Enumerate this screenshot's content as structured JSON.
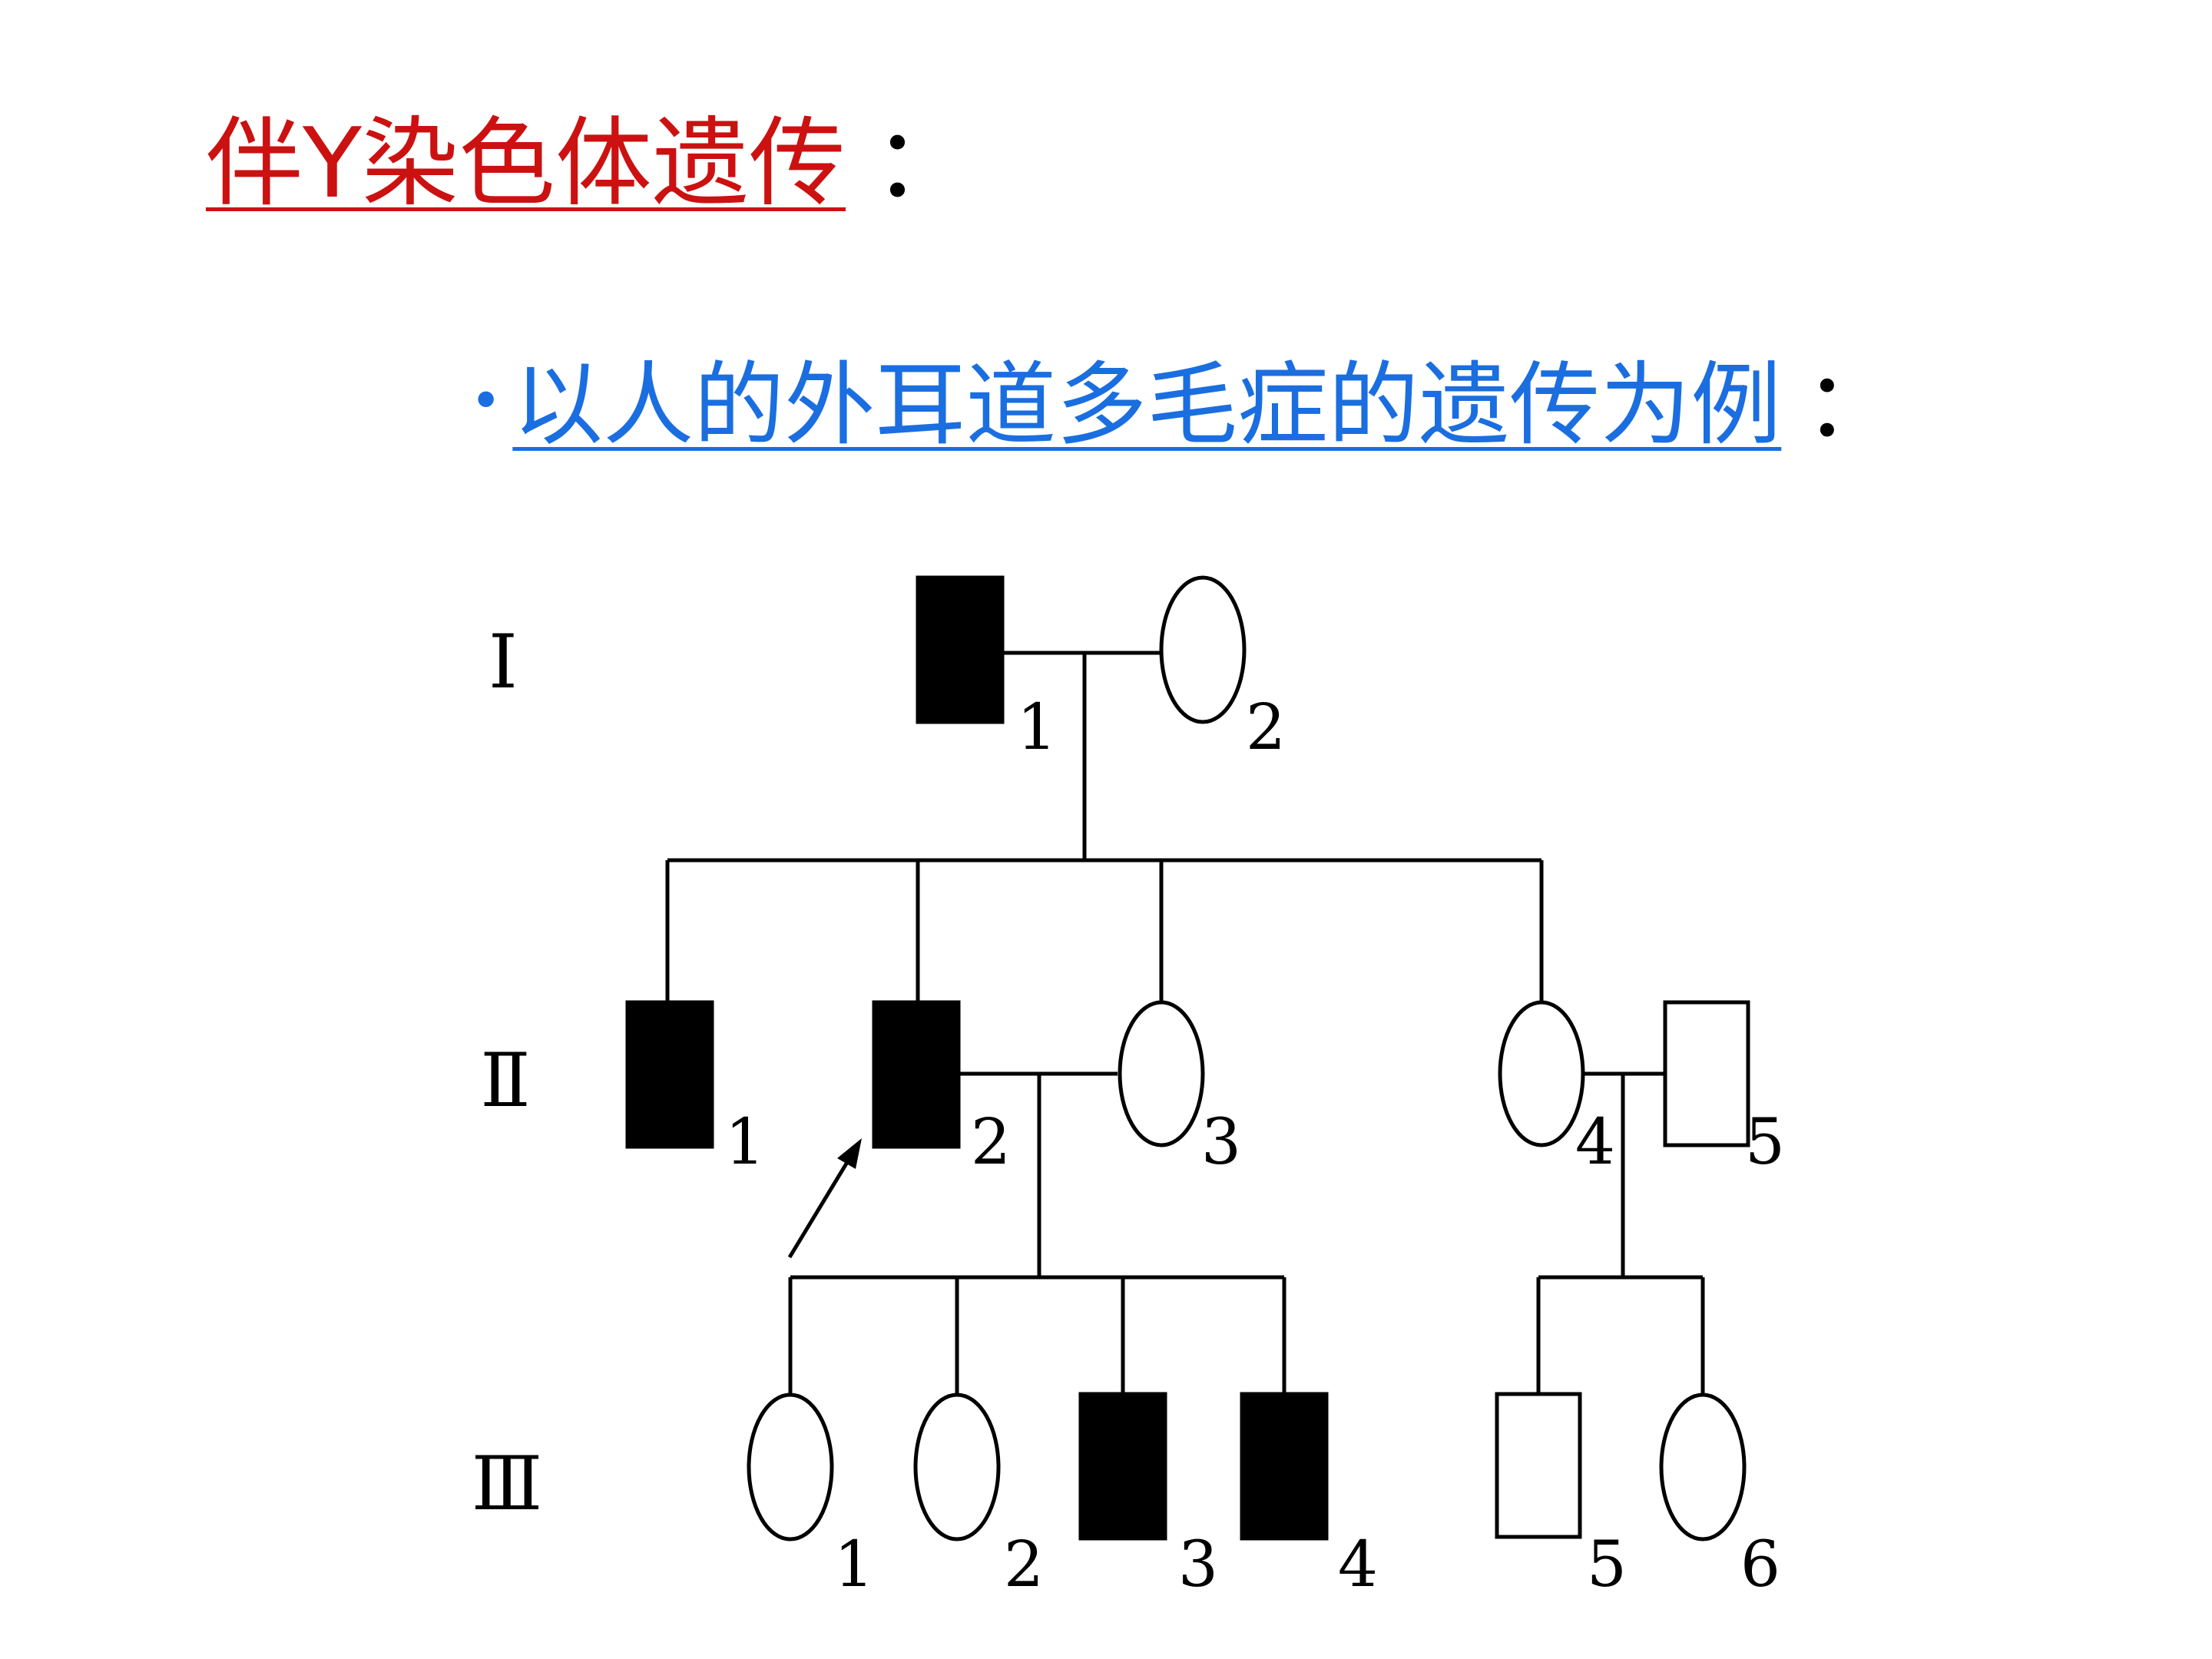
{
  "slide": {
    "title": "伴Y染色体遗传",
    "title_colon": "：",
    "title_color": "#cc1111",
    "bullet": "•",
    "subtitle": "以人的外耳道多毛症的遗传为例",
    "subtitle_colon": "：",
    "subtitle_color": "#1a6ee0"
  },
  "pedigree": {
    "generations": [
      "Ⅰ",
      "Ⅱ",
      "Ⅲ"
    ],
    "individuals": [
      {
        "gen": "I",
        "id": "1",
        "sex": "male",
        "affected": true
      },
      {
        "gen": "I",
        "id": "2",
        "sex": "female",
        "affected": false
      },
      {
        "gen": "II",
        "id": "1",
        "sex": "male",
        "affected": true
      },
      {
        "gen": "II",
        "id": "2",
        "sex": "male",
        "affected": true,
        "proband": true
      },
      {
        "gen": "II",
        "id": "3",
        "sex": "female",
        "affected": false
      },
      {
        "gen": "II",
        "id": "4",
        "sex": "female",
        "affected": false
      },
      {
        "gen": "II",
        "id": "5",
        "sex": "male",
        "affected": false
      },
      {
        "gen": "III",
        "id": "1",
        "sex": "female",
        "affected": false
      },
      {
        "gen": "III",
        "id": "2",
        "sex": "female",
        "affected": false
      },
      {
        "gen": "III",
        "id": "3",
        "sex": "male",
        "affected": true
      },
      {
        "gen": "III",
        "id": "4",
        "sex": "male",
        "affected": true
      },
      {
        "gen": "III",
        "id": "5",
        "sex": "male",
        "affected": false
      },
      {
        "gen": "III",
        "id": "6",
        "sex": "female",
        "affected": false
      }
    ]
  }
}
